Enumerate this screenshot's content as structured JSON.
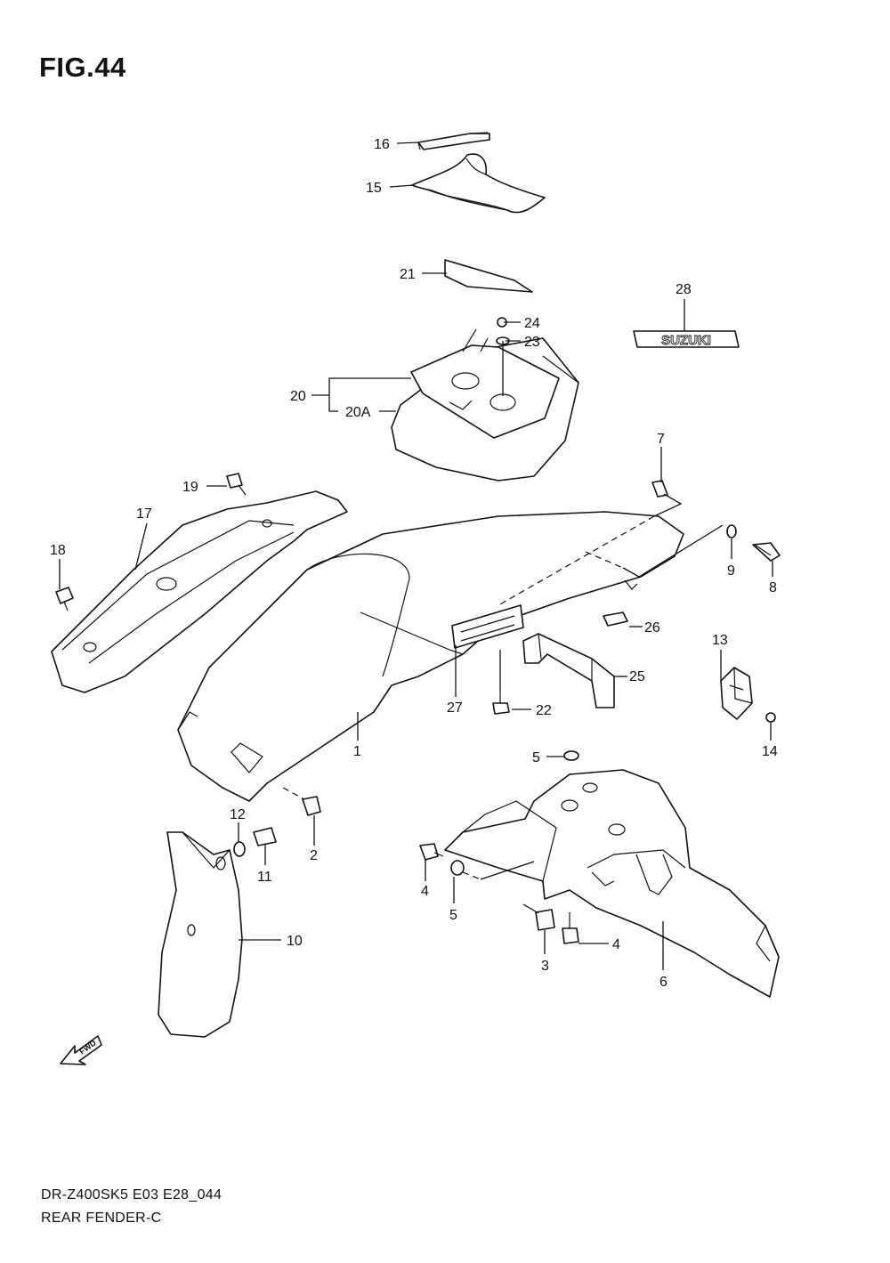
{
  "figure": {
    "title": "FIG.44",
    "model_code": "DR-Z400SK5 E03 E28_044",
    "section_name": "REAR FENDER-C"
  },
  "emblem": {
    "text": "SUZUKI"
  },
  "fwd_arrow": {
    "text": "FWD"
  },
  "callouts": [
    {
      "label": "1"
    },
    {
      "label": "2"
    },
    {
      "label": "3"
    },
    {
      "label": "4"
    },
    {
      "label": "4"
    },
    {
      "label": "5"
    },
    {
      "label": "5"
    },
    {
      "label": "6"
    },
    {
      "label": "7"
    },
    {
      "label": "8"
    },
    {
      "label": "9"
    },
    {
      "label": "10"
    },
    {
      "label": "11"
    },
    {
      "label": "12"
    },
    {
      "label": "13"
    },
    {
      "label": "14"
    },
    {
      "label": "15"
    },
    {
      "label": "16"
    },
    {
      "label": "17"
    },
    {
      "label": "18"
    },
    {
      "label": "19"
    },
    {
      "label": "20"
    },
    {
      "label": "20A"
    },
    {
      "label": "21"
    },
    {
      "label": "22"
    },
    {
      "label": "23"
    },
    {
      "label": "24"
    },
    {
      "label": "25"
    },
    {
      "label": "26"
    },
    {
      "label": "27"
    },
    {
      "label": "28"
    }
  ]
}
